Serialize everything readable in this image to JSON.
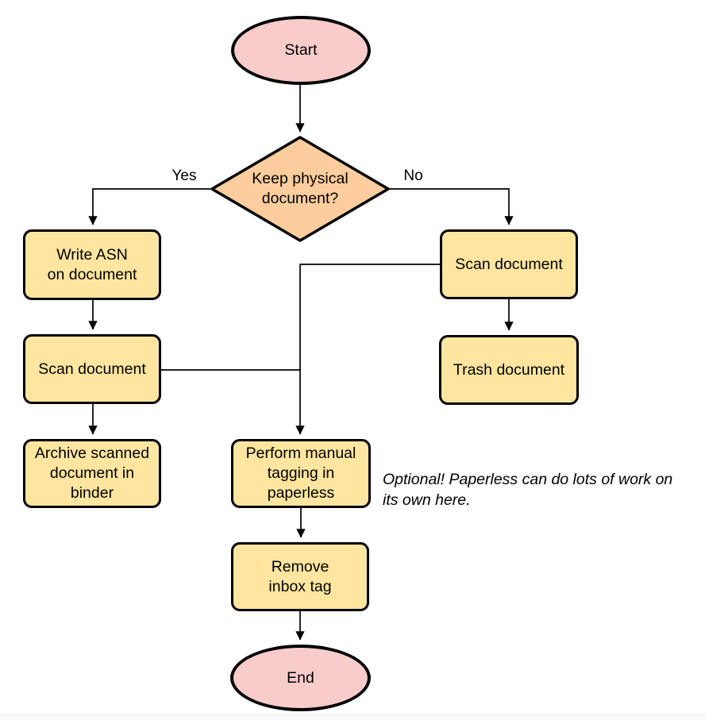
{
  "diagram": {
    "nodes": {
      "start": {
        "label": "Start",
        "shape": "terminator"
      },
      "keep_physical": {
        "label": [
          "Keep physical",
          "document?"
        ],
        "shape": "decision"
      },
      "write_asn": {
        "label": [
          "Write ASN",
          "on document"
        ],
        "shape": "process"
      },
      "scan_left": {
        "label": "Scan document",
        "shape": "process"
      },
      "archive": {
        "label": [
          "Archive scanned",
          "document in",
          "binder"
        ],
        "shape": "process"
      },
      "scan_right": {
        "label": "Scan document",
        "shape": "process"
      },
      "trash": {
        "label": "Trash document",
        "shape": "process"
      },
      "tagging": {
        "label": [
          "Perform manual",
          "tagging in",
          "paperless"
        ],
        "shape": "process"
      },
      "remove_inbox": {
        "label": [
          "Remove",
          "inbox tag"
        ],
        "shape": "process"
      },
      "end": {
        "label": "End",
        "shape": "terminator"
      }
    },
    "edge_labels": {
      "yes": "Yes",
      "no": "No"
    },
    "annotation": [
      "Optional! Paperless can do lots of work on",
      "its own here."
    ],
    "colors": {
      "terminator_fill": "#f8cccb",
      "decision_fill": "#fdcd9d",
      "process_fill": "#ffe5a0",
      "stroke": "#000000"
    }
  }
}
